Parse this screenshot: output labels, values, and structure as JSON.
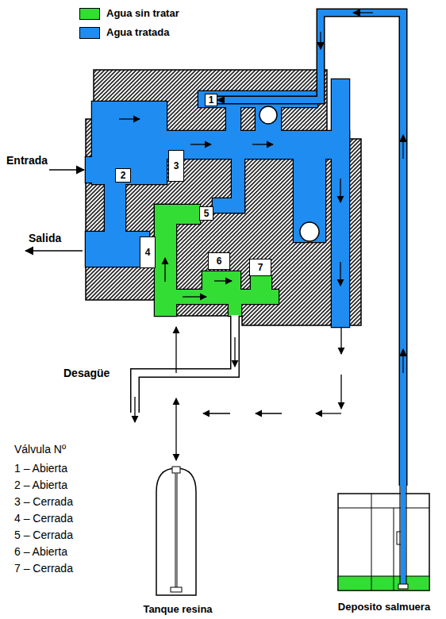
{
  "diagram": {
    "nodes": [
      {
        "text": [
          "1"
        ]
      },
      {
        "text": [
          "2"
        ]
      },
      {
        "text": [
          "3"
        ]
      },
      {
        "text": [
          "4"
        ]
      },
      {
        "text": [
          "5"
        ]
      },
      {
        "text": [
          "6"
        ]
      },
      {
        "text": [
          "7"
        ]
      },
      {
        "text": [
          "Tanque resina"
        ]
      },
      {
        "text": [
          "Deposito salmuera"
        ]
      }
    ],
    "edges": [
      {
        "from": 8,
        "to": 0,
        "arrow": "to"
      }
    ],
    "labels": [
      "Entrada",
      "Salida",
      "Desagüe",
      "Válvula Nº",
      "1 – Abierta",
      "2 – Abierta",
      "3 – Cerrada",
      "4 – Cerrada",
      "5 – Cerrada",
      "6 – Abierta",
      "7 – Cerrada"
    ],
    "legend": [
      {
        "text": "Agua sin tratar",
        "color": "#33dd33"
      },
      {
        "text": "Agua tratada",
        "color": "#1e8cf0"
      }
    ]
  }
}
